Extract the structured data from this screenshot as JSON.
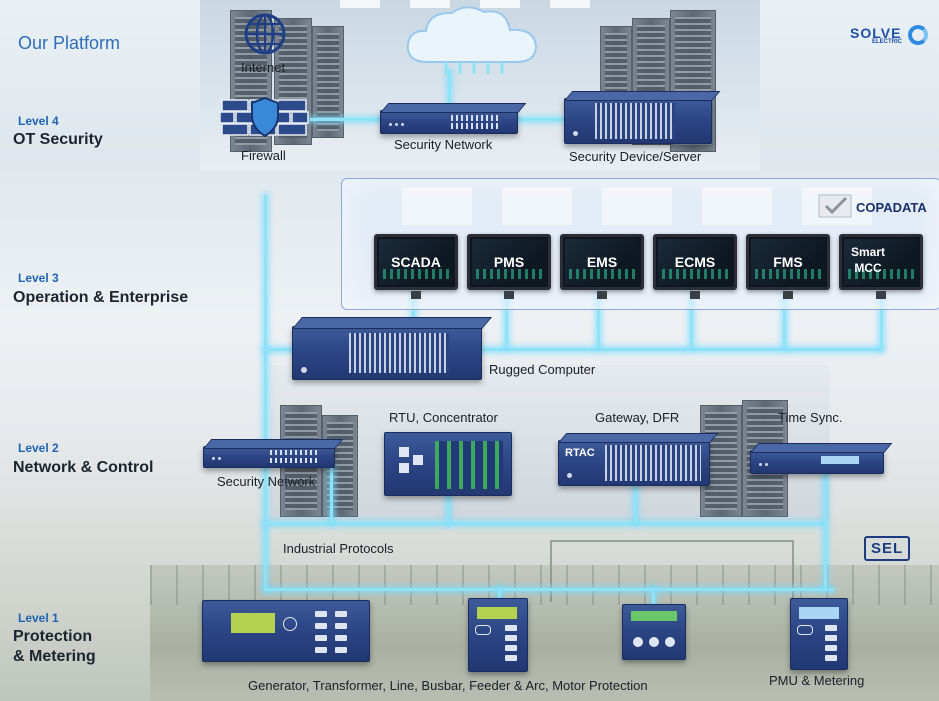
{
  "header": {
    "title": "Our Platform",
    "brand": "SOLVE",
    "brand_sub": "ELECTRIC"
  },
  "levels": [
    {
      "number": "Level 4",
      "name": "OT Security"
    },
    {
      "number": "Level 3",
      "name": "Operation & Enterprise"
    },
    {
      "number": "Level 2",
      "name": "Network & Control"
    },
    {
      "number": "Level 1",
      "name": "Protection",
      "name2": "& Metering"
    }
  ],
  "level4": {
    "internet": "Internet",
    "firewall": "Firewall",
    "security_network": "Security Network",
    "security_server": "Security Device/Server"
  },
  "level3": {
    "copadata": "COPADATA",
    "screens": [
      "SCADA",
      "PMS",
      "EMS",
      "ECMS",
      "FMS",
      "Smart",
      "MCC"
    ],
    "rugged_computer": "Rugged Computer"
  },
  "level2": {
    "security_network": "Security Network",
    "rtu": "RTU, Concentrator",
    "gateway": "Gateway, DFR",
    "rtac": "RTAC",
    "time_sync": "Time Sync.",
    "industrial_protocols": "Industrial Protocols",
    "sel": "SEL"
  },
  "level1": {
    "protection_caption": "Generator, Transformer, Line, Busbar, Feeder & Arc, Motor Protection",
    "pmu_caption": "PMU & Metering"
  },
  "colors": {
    "accent": "#1f63b4",
    "device": "#2a4382",
    "glow": "#8fe3f7"
  }
}
